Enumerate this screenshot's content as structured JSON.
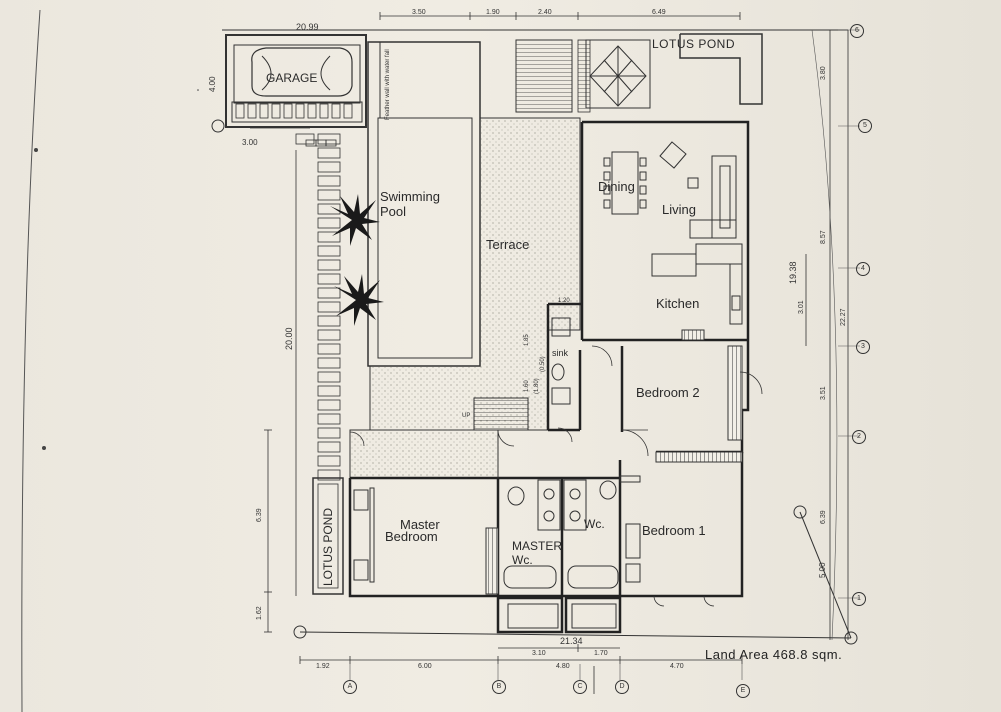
{
  "labels": {
    "garage": "GARAGE",
    "lotus_pond_top": "LOTUS POND",
    "lotus_pond_left": "LOTUS POND",
    "swimming_pool_1": "Swimming",
    "swimming_pool_2": "Pool",
    "terrace": "Terrace",
    "dining": "Dining",
    "living": "Living",
    "kitchen": "Kitchen",
    "sink": "sink",
    "bedroom2": "Bedroom 2",
    "bedroom1": "Bedroom 1",
    "master_bedroom_1": "Master",
    "master_bedroom_2": "Bedroom",
    "master_wc_1": "MASTER",
    "master_wc_2": "Wc.",
    "wc": "Wc.",
    "feather_wall": "Feather wall with water fall",
    "up": "UP",
    "land_area": "Land Area 468.8 sqm."
  },
  "dimensions": {
    "top_width": "20.99",
    "top_segments": [
      "3.50",
      "1.90",
      "2.40",
      "6.49"
    ],
    "garage_depth": "4.00",
    "garage_width": "3.00",
    "left_total": "20.00",
    "left_lower": "6.39",
    "left_bottom": "1.62",
    "bottom_total": "21.34",
    "bottom_segments": [
      "1.92",
      "6.00",
      "4.80",
      "4.70"
    ],
    "bottom_inner": [
      "3.10",
      "1.70"
    ],
    "right_diag": "19.38",
    "right_segments": [
      "3.80",
      "8.57",
      "3.01",
      "3.51",
      "6.39"
    ],
    "right_total": "22.27",
    "right_small": "5.00",
    "small_1": "1.20",
    "small_2": "1.85",
    "small_3": "1.60",
    "small_4": "(1.80)",
    "small_5": "(0.50)"
  },
  "grid_axes": {
    "columns": [
      "A",
      "B",
      "C",
      "D",
      "E"
    ],
    "rows": [
      "1",
      "2",
      "3",
      "4",
      "5",
      "6"
    ]
  }
}
